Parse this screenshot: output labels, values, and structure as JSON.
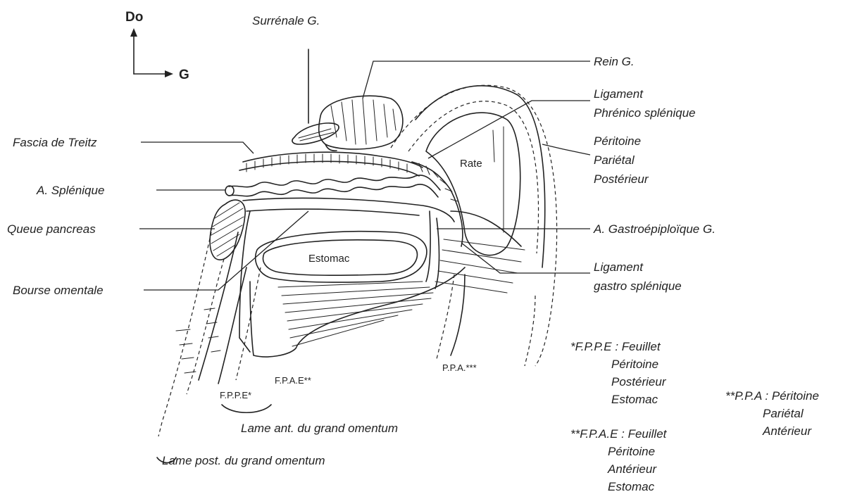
{
  "orientation": {
    "dorsal": "Do",
    "left": "G"
  },
  "labels": {
    "surrenale": "Surrénale G.",
    "rein": "Rein G.",
    "lig_phrenico_1": "Ligament",
    "lig_phrenico_2": "Phrénico splénique",
    "peritoine_par_post_1": "Péritoine",
    "peritoine_par_post_2": "Pariétal",
    "peritoine_par_post_3": "Postérieur",
    "fascia": "Fascia de Treitz",
    "a_splenique": "A. Splénique",
    "queue_pancreas": "Queue pancreas",
    "a_gastro": "A. Gastroépiploïque G.",
    "lig_gastro_1": "Ligament",
    "lig_gastro_2": "gastro splénique",
    "bourse": "Bourse omentale",
    "rate": "Rate",
    "estomac": "Estomac",
    "fpae": "F.P.A.E**",
    "fppe": "F.P.P.E*",
    "ppa": "P.P.A.***",
    "lame_ant": "Lame ant. du grand omentum",
    "lame_post": "Lame post. du grand omentum"
  },
  "legend": {
    "fppe": [
      "*F.P.P.E : Feuillet",
      "Péritoine",
      "Postérieur",
      "Estomac"
    ],
    "fpae": [
      "**F.P.A.E : Feuillet",
      "Péritoine",
      "Antérieur",
      "Estomac"
    ],
    "ppa": [
      "**P.P.A : Péritoine",
      "Pariétal",
      "Antérieur"
    ]
  }
}
